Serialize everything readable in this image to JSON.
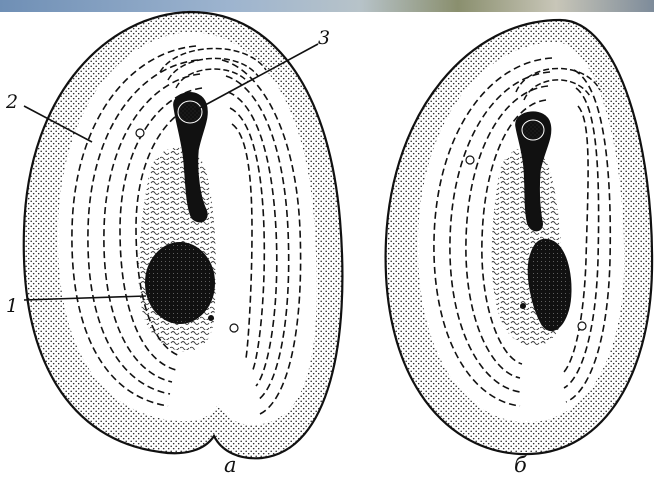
{
  "colors": {
    "ink": "#111111",
    "paper": "#ffffff",
    "stipple": "#222222"
  },
  "labels": {
    "callout_1": "1",
    "callout_2": "2",
    "callout_3": "3",
    "panel_a": "а",
    "panel_b": "б"
  }
}
